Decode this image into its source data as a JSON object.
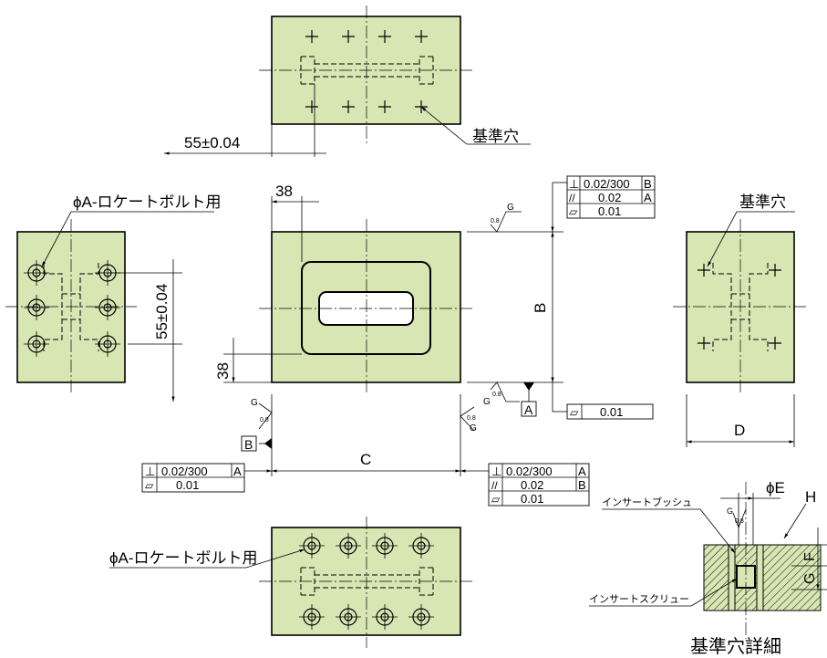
{
  "labels": {
    "dim_55_top": "55±0.04",
    "ref_hole_top": "基準穴",
    "ref_hole_right": "基準穴",
    "bolt_left": "ϕA-ロケートボルト用",
    "bolt_bottom": "ϕA-ロケートボルト用",
    "dim_38_top": "38",
    "dim_38_side": "38",
    "dim_55_left": "55±0.04",
    "dim_B": "B",
    "dim_C": "C",
    "dim_D": "D",
    "dim_E": "ϕE",
    "dim_F": "F",
    "dim_G": "G",
    "dim_H": "H",
    "insert_bush": "インサートブッシュ",
    "insert_screw": "インサートスクリュー",
    "detail_title": "基準穴詳細",
    "datum_A": "A",
    "datum_B": "B",
    "surf_G": "G",
    "surf_08": "0.8"
  },
  "tolerances": {
    "top_right": {
      "r1": {
        "sym": "⊥",
        "val": "0.02/300",
        "ref": "B"
      },
      "r2": {
        "sym": "//",
        "val": "0.02",
        "ref": "A"
      },
      "r3": {
        "sym": "▱",
        "val": "0.01"
      }
    },
    "mid_right": {
      "sym": "▱",
      "val": "0.01"
    },
    "left": {
      "r1": {
        "sym": "⊥",
        "val": "0.02/300",
        "ref": "A"
      },
      "r2": {
        "sym": "▱",
        "val": "0.01"
      }
    },
    "right": {
      "r1": {
        "sym": "⊥",
        "val": "0.02/300",
        "ref": "A"
      },
      "r2": {
        "sym": "//",
        "val": "0.02",
        "ref": "B"
      },
      "r3": {
        "sym": "▱",
        "val": "0.01"
      }
    }
  },
  "colors": {
    "plate": "#d8e6b4",
    "line": "#000000"
  }
}
